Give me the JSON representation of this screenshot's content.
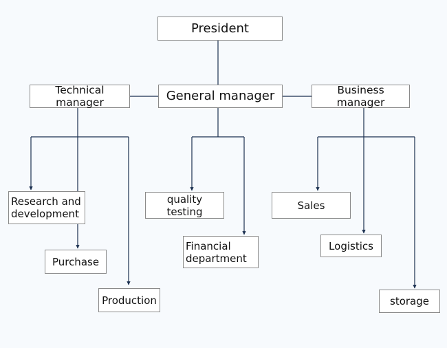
{
  "org_chart": {
    "president": "President",
    "general_manager": "General manager",
    "technical_manager": "Technical manager",
    "business_manager": "Business manager",
    "research_and_development": "Research and\ndevelopment",
    "purchase": "Purchase",
    "production": "Production",
    "quality_testing": "quality testing",
    "financial_department": "Financial\ndepartment",
    "sales": "Sales",
    "logistics": "Logistics",
    "storage": "storage"
  },
  "colors": {
    "connector": "#1a2f4f",
    "node_border": "#8a8a8a",
    "background": "#f7fafd"
  }
}
